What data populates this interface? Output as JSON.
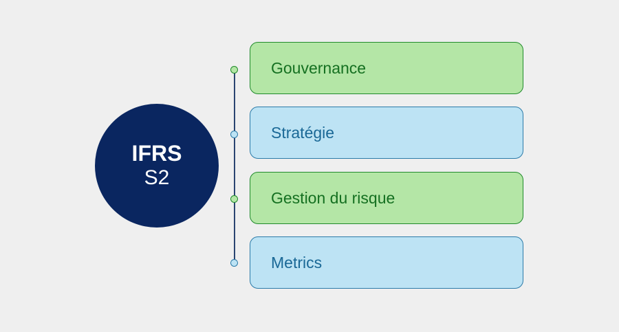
{
  "hub": {
    "line1": "IFRS",
    "line2": "S2"
  },
  "pillars": [
    {
      "label": "Gouvernance",
      "color": "#b4e6a6"
    },
    {
      "label": "Stratégie",
      "color": "#bde3f4"
    },
    {
      "label": "Gestion du risque",
      "color": "#b4e6a6"
    },
    {
      "label": "Metrics",
      "color": "#bde3f4"
    }
  ],
  "colors": {
    "background": "#efefef",
    "hub": "#0a2660",
    "green_border": "#1f8a2a",
    "blue_border": "#2a7aa8"
  }
}
